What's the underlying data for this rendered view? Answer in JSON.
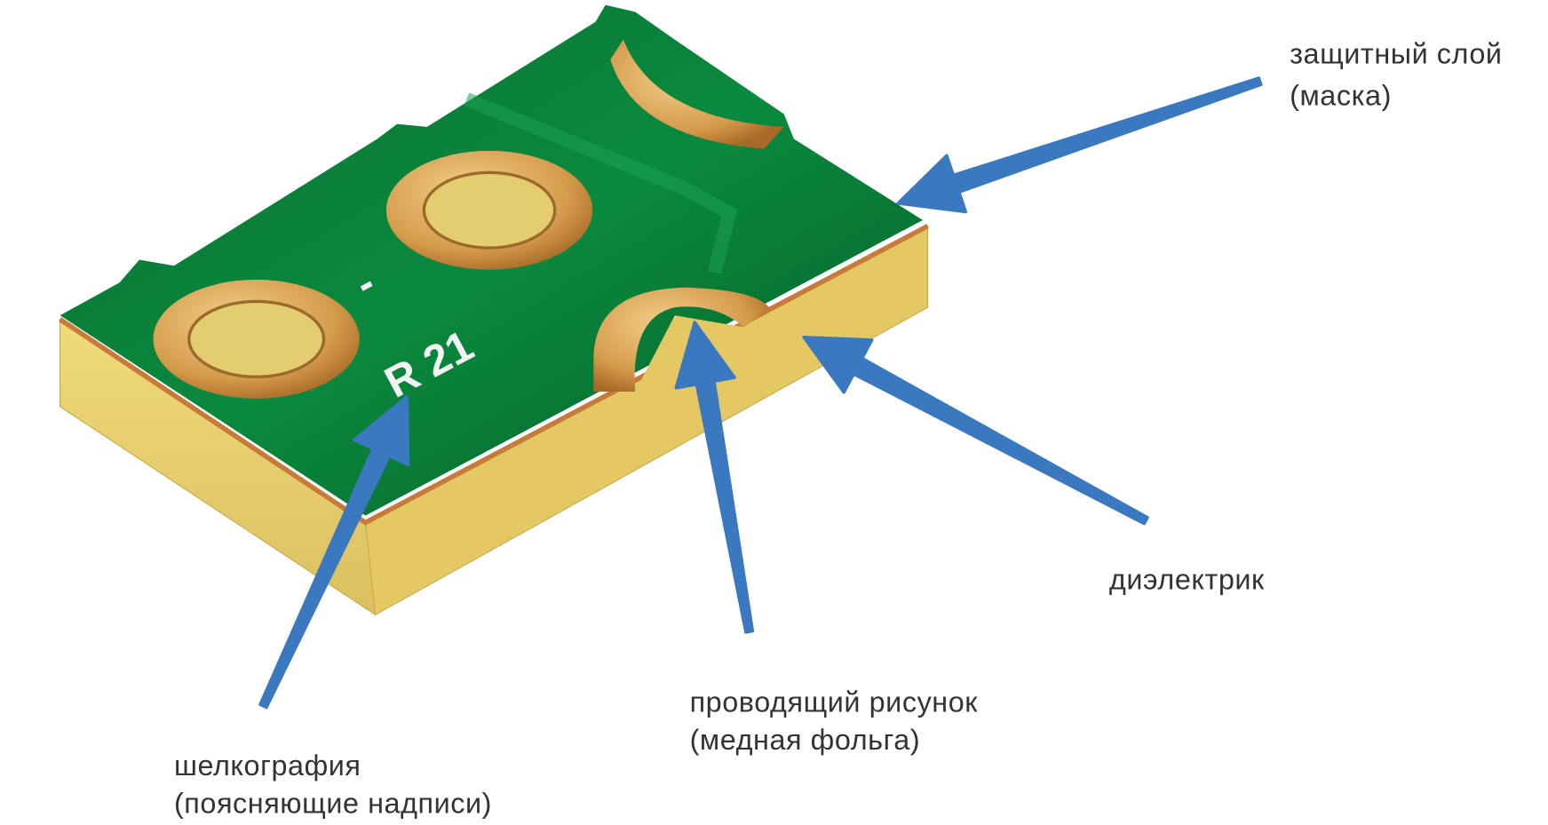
{
  "labels": {
    "mask": [
      "защитный слой",
      "(маска)"
    ],
    "dielectric": [
      "диэлектрик"
    ],
    "copper": [
      "проводящий рисунок",
      "(медная фольга)"
    ],
    "silkscreen": [
      "шелкография",
      "(поясняющие надписи)"
    ]
  },
  "board": {
    "silkscreen_text": "R 21",
    "silkscreen_dash": "-"
  },
  "colors": {
    "mask": "#0f7a3a",
    "mask_dark": "#075a2a",
    "dielectric": "#e8cf6e",
    "copper": "#c88a3a",
    "arrow": "#3a78c0"
  }
}
